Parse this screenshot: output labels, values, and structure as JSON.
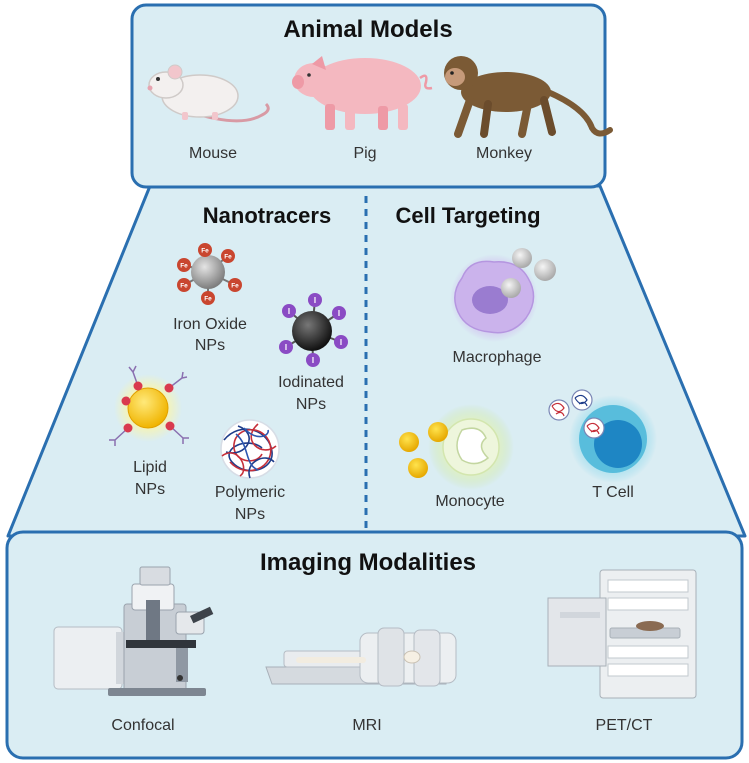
{
  "colors": {
    "panel_fill": "#daedf3",
    "border": "#2a6fb0",
    "text": "#333333",
    "heading": "#111111"
  },
  "animal_models": {
    "title": "Animal Models",
    "items": [
      "Mouse",
      "Pig",
      "Monkey"
    ]
  },
  "nanotracers": {
    "title": "Nanotracers",
    "iron_oxide": {
      "line1": "Iron Oxide",
      "line2": "NPs",
      "atom": "Fe"
    },
    "iodinated": {
      "line1": "Iodinated",
      "line2": "NPs",
      "atom": "I"
    },
    "lipid": {
      "line1": "Lipid",
      "line2": "NPs"
    },
    "polymeric": {
      "line1": "Polymeric",
      "line2": "NPs"
    }
  },
  "cell_targeting": {
    "title": "Cell Targeting",
    "macrophage": "Macrophage",
    "monocyte": "Monocyte",
    "t_cell": "T Cell"
  },
  "imaging_modalities": {
    "title": "Imaging Modalities",
    "items": [
      "Confocal",
      "MRI",
      "PET/CT"
    ]
  }
}
